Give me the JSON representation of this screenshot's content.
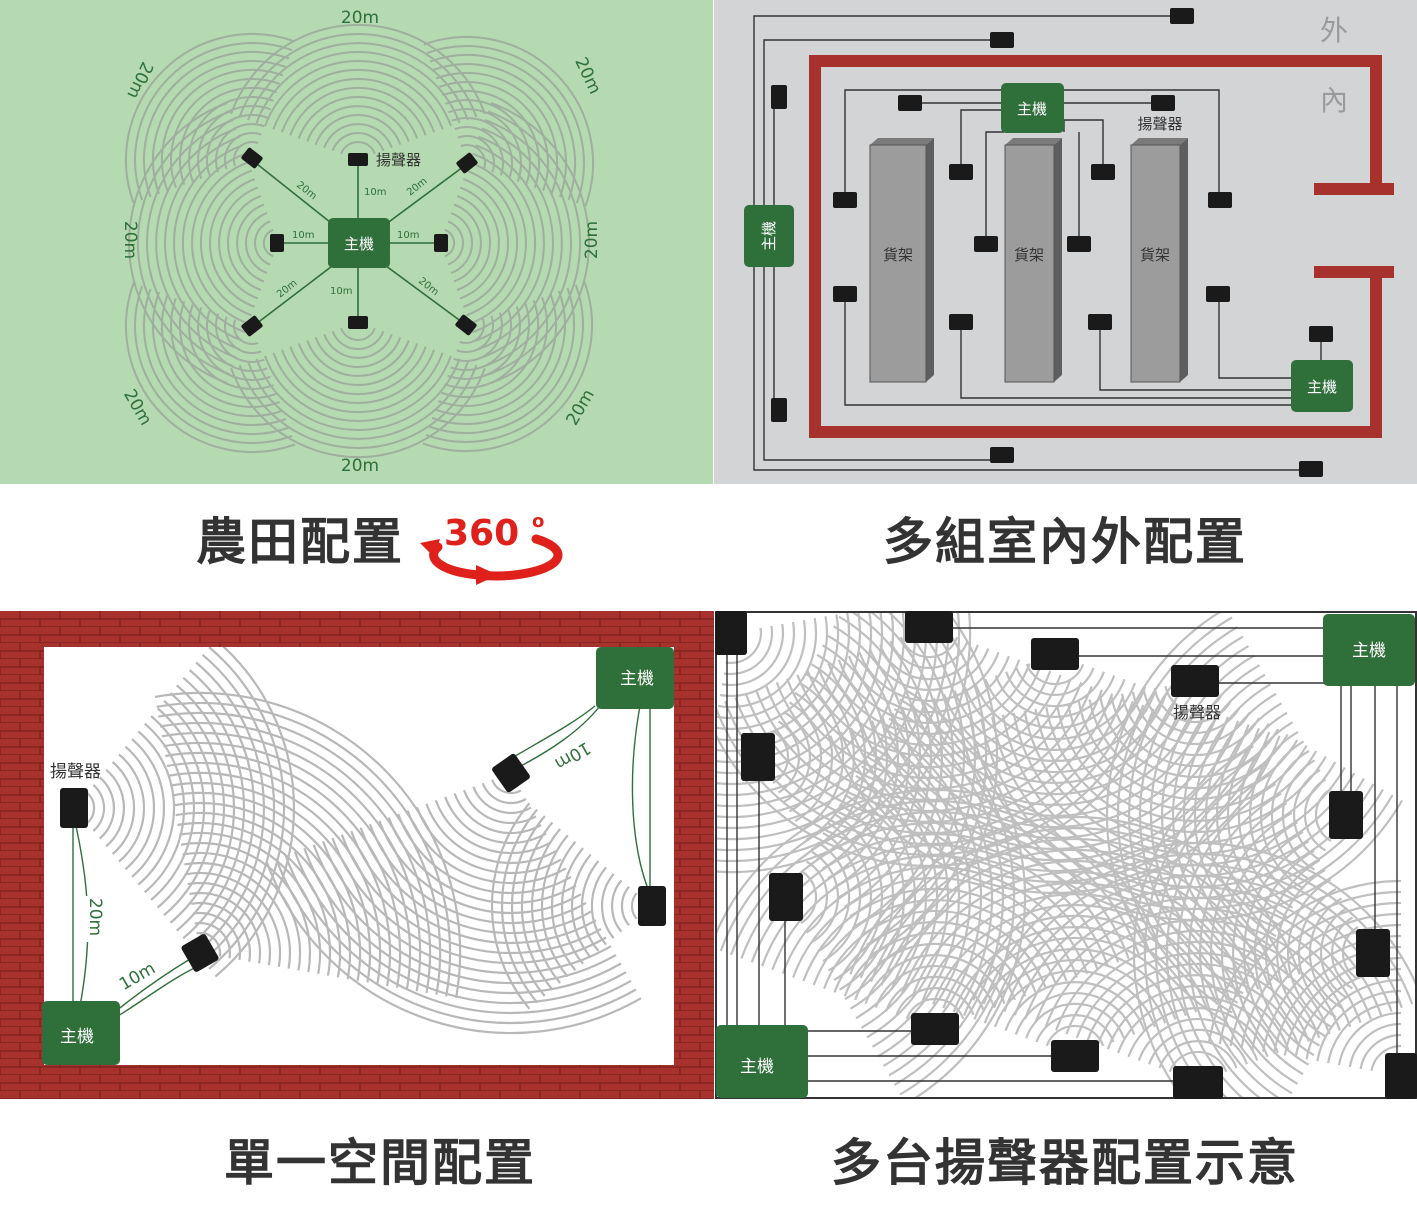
{
  "panels": {
    "farm": {
      "caption": "農田配置",
      "badge": "360",
      "badge_sup": "o",
      "host_label": "主機",
      "speaker_label": "揚聲器",
      "dist_20m": "20m",
      "dist_10m": "10m"
    },
    "warehouse": {
      "caption": "多組室內外配置",
      "outside_label": "外",
      "inside_label": "內",
      "host_label": "主機",
      "speaker_label": "揚聲器",
      "shelf_label": "貨架"
    },
    "room": {
      "caption": "單一空間配置",
      "host_label": "主機",
      "speaker_label": "揚聲器",
      "dist_20m": "20m",
      "dist_10m": "10m"
    },
    "multi": {
      "caption": "多台揚聲器配置示意",
      "host_label": "主機",
      "speaker_label": "揚聲器"
    }
  },
  "colors": {
    "field_green": "#b5d9b0",
    "host_green": "#2f6f3a",
    "brick_red": "#a7312c",
    "warehouse_gray": "#d2d4d6",
    "shelf_gray": "#9c9c9c",
    "arrow_red": "#e0201b",
    "wave_gray": "#9a9a9a"
  }
}
